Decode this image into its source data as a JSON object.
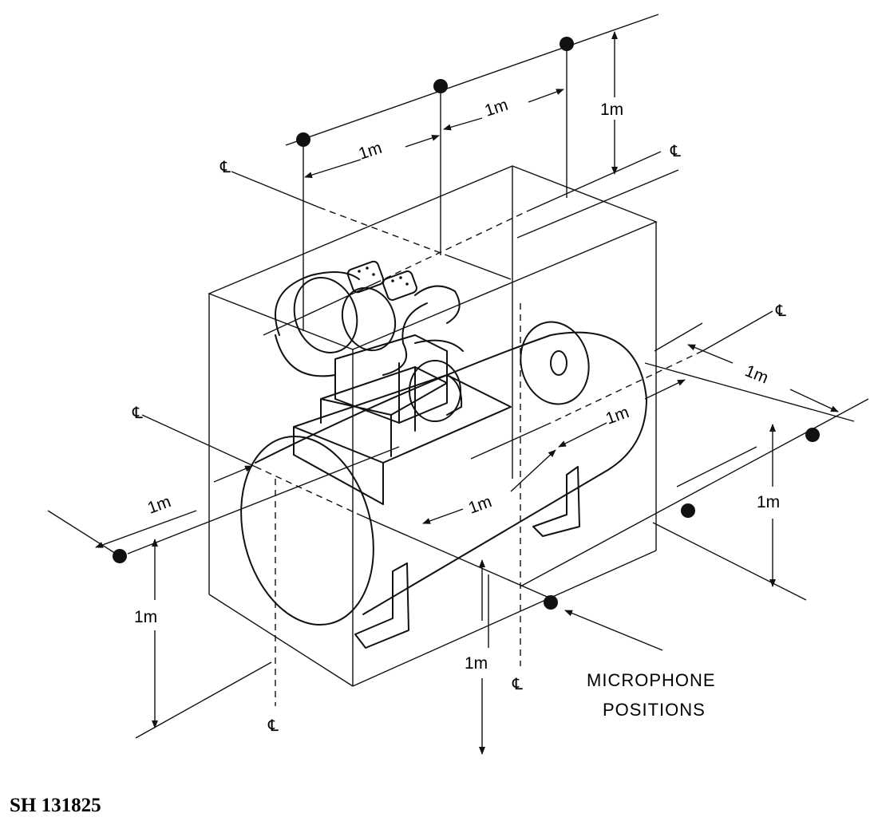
{
  "diagram": {
    "dimension_label": "1m",
    "centerline_symbol": "℄",
    "callout_line1": "MICROPHONE",
    "callout_line2": "POSITIONS",
    "figure_code": "SH 131825",
    "accent_color": "#111111"
  }
}
